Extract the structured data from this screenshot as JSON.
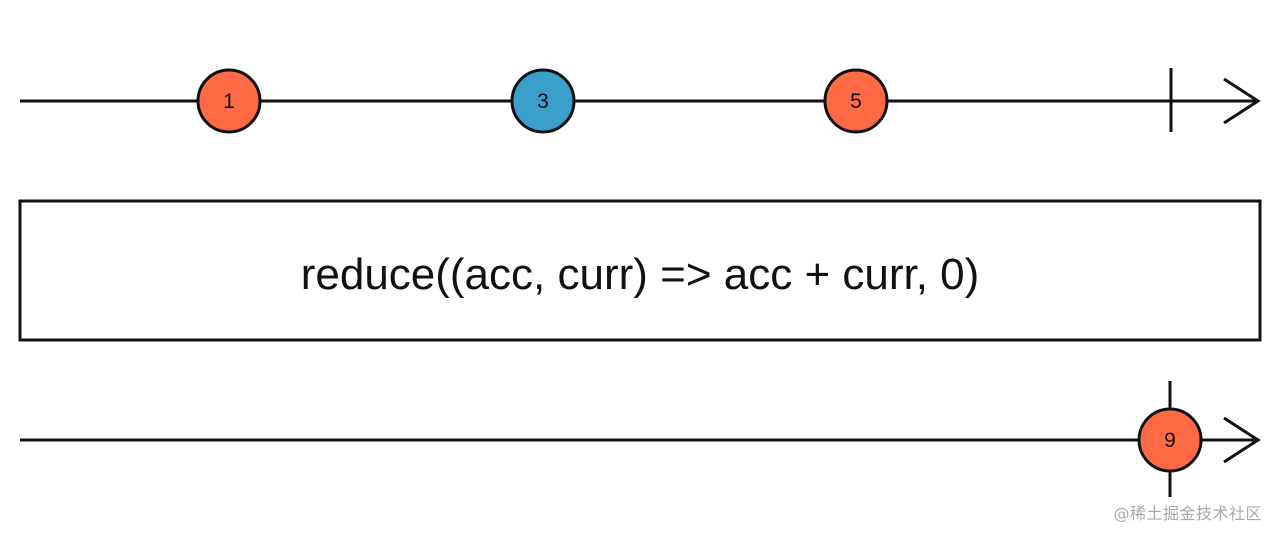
{
  "colors": {
    "line": "#111111",
    "marble_orange": "#ff6a45",
    "marble_blue": "#3b9fcb",
    "marble_stroke": "#111111",
    "watermark": "#a9a9a9"
  },
  "source_stream": {
    "marbles": [
      {
        "label": "1",
        "color": "#ff6a45"
      },
      {
        "label": "3",
        "color": "#3b9fcb"
      },
      {
        "label": "5",
        "color": "#ff6a45"
      }
    ],
    "completes": true
  },
  "operator": {
    "expression": "reduce((acc, curr) => acc + curr, 0)"
  },
  "result_stream": {
    "marbles": [
      {
        "label": "9",
        "color": "#ff6a45"
      }
    ],
    "completes": true
  },
  "watermark": {
    "text": "@稀土掘金技术社区"
  }
}
